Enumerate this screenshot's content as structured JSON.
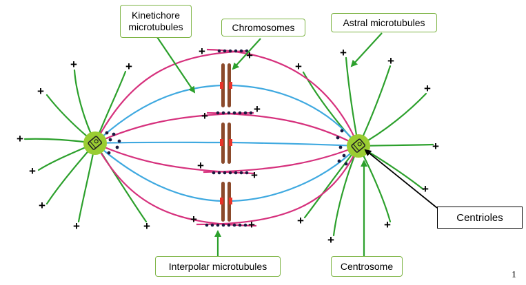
{
  "labels": {
    "kinetochore_line1": "Kinetichore",
    "kinetochore_line2": "microtubules",
    "chromosomes": "Chromosomes",
    "astral": "Astral microtubules",
    "centrioles": "Centrioles",
    "interpolar": "Interpolar microtubules",
    "centrosome": "Centrosome"
  },
  "plus_sign": "+",
  "page_number": "1",
  "colors": {
    "astral": "#2ca02c",
    "kinetochore_mt": "#3fa9e0",
    "interpolar_mt": "#d6317d",
    "chromosome": "#8b4a2b",
    "kinetochore": "#e8332a",
    "centrosome": "#9acd32",
    "callout_green": "#7cb342",
    "motor_dots": "#1a1a40"
  },
  "icons": {
    "centriole": "centriole-icon",
    "chromosome": "chromosome-icon"
  }
}
